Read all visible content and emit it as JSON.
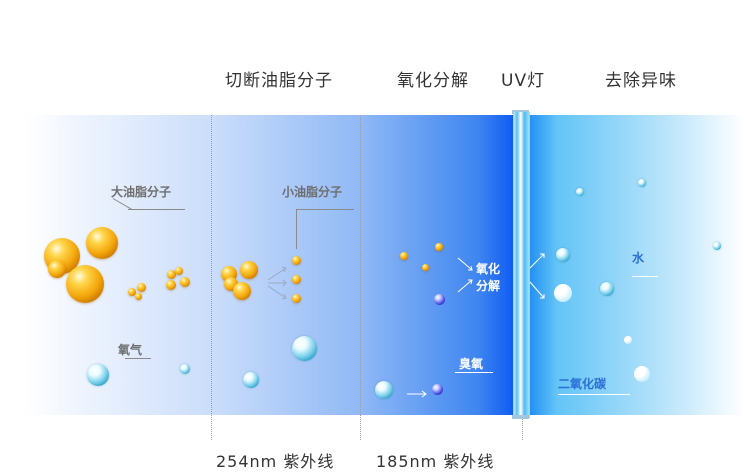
{
  "stages": {
    "cut": "切断油脂分子",
    "oxidize": "氧化分解",
    "uv": "UV灯",
    "remove": "去除异味"
  },
  "wavelengths": {
    "uv254": "254nm 紫外线",
    "uv185": "185nm 紫外线"
  },
  "labels": {
    "large_grease": "大油脂分子",
    "small_grease": "小油脂分子",
    "oxygen": "氧气",
    "oxidation_line1": "氧化",
    "oxidation_line2": "分解",
    "ozone": "臭氧",
    "water": "水",
    "co2": "二氧化碳"
  },
  "colors": {
    "deep_blue": "#0e5cf2",
    "grease_gold": "#f4a70c",
    "water_cyan": "#7fd2ec"
  }
}
